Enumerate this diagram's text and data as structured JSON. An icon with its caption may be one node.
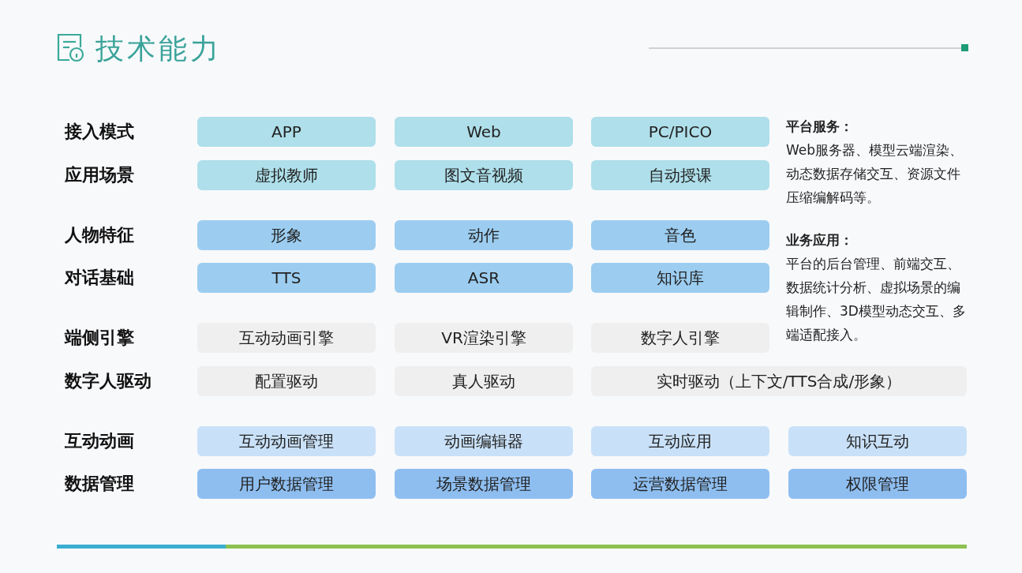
{
  "diagram": {
    "title": "技术能力",
    "nodes": [
      {
        "text": [
          "APP"
        ]
      },
      {
        "text": [
          "Web"
        ]
      },
      {
        "text": [
          "PC/PICO"
        ]
      },
      {
        "text": [
          "虚拟教师"
        ]
      },
      {
        "text": [
          "图文音视频"
        ]
      },
      {
        "text": [
          "自动授课"
        ]
      },
      {
        "text": [
          "形象"
        ]
      },
      {
        "text": [
          "动作"
        ]
      },
      {
        "text": [
          "音色"
        ]
      },
      {
        "text": [
          "TTS"
        ]
      },
      {
        "text": [
          "ASR"
        ]
      },
      {
        "text": [
          "知识库"
        ]
      },
      {
        "text": [
          "互动动画引擎"
        ]
      },
      {
        "text": [
          "VR渲染引擎"
        ]
      },
      {
        "text": [
          "数字人引擎"
        ]
      },
      {
        "text": [
          "配置驱动"
        ]
      },
      {
        "text": [
          "真人驱动"
        ]
      },
      {
        "text": [
          "实时驱动（上下文/TTS合成/形象）"
        ]
      },
      {
        "text": [
          "互动动画管理"
        ]
      },
      {
        "text": [
          "动画编辑器"
        ]
      },
      {
        "text": [
          "互动应用"
        ]
      },
      {
        "text": [
          "知识互动"
        ]
      },
      {
        "text": [
          "用户数据管理"
        ]
      },
      {
        "text": [
          "场景数据管理"
        ]
      },
      {
        "text": [
          "运营数据管理"
        ]
      },
      {
        "text": [
          "权限管理"
        ]
      }
    ],
    "labels": [
      "接入模式",
      "应用场景",
      "人物特征",
      "对话基础",
      "端侧引擎",
      "数字人驱动",
      "互动动画",
      "数据管理",
      "平台服务：",
      "Web服务器、模型云端渲染、动态数据存储交互、资源文件压缩编解码等。",
      "业务应用：",
      "平台的后台管理、前端交互、数据统计分析、虚拟场景的编辑制作、3D模型动态交互、多端适配接入。"
    ]
  }
}
